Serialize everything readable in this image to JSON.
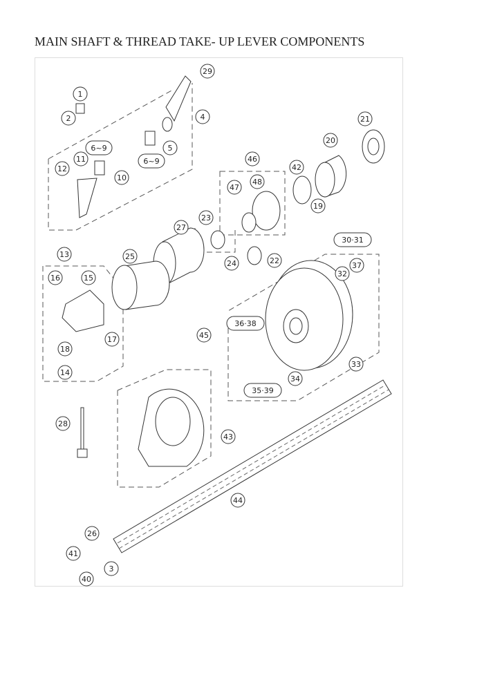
{
  "title": "MAIN SHAFT & THREAD TAKE- UP LEVER COMPONENTS",
  "callouts": [
    {
      "label": "29"
    },
    {
      "label": "1"
    },
    {
      "label": "2"
    },
    {
      "label": "4"
    },
    {
      "label": "5"
    },
    {
      "label": "6~9"
    },
    {
      "label": "6~9"
    },
    {
      "label": "10"
    },
    {
      "label": "11"
    },
    {
      "label": "12"
    },
    {
      "label": "21"
    },
    {
      "label": "20"
    },
    {
      "label": "46"
    },
    {
      "label": "42"
    },
    {
      "label": "47"
    },
    {
      "label": "48"
    },
    {
      "label": "19"
    },
    {
      "label": "27"
    },
    {
      "label": "23"
    },
    {
      "label": "24"
    },
    {
      "label": "22"
    },
    {
      "label": "13"
    },
    {
      "label": "25"
    },
    {
      "label": "16"
    },
    {
      "label": "15"
    },
    {
      "label": "17"
    },
    {
      "label": "18"
    },
    {
      "label": "14"
    },
    {
      "label": "30·31"
    },
    {
      "label": "37"
    },
    {
      "label": "32"
    },
    {
      "label": "36·38"
    },
    {
      "label": "33"
    },
    {
      "label": "34"
    },
    {
      "label": "35·39"
    },
    {
      "label": "45"
    },
    {
      "label": "43"
    },
    {
      "label": "28"
    },
    {
      "label": "44"
    },
    {
      "label": "26"
    },
    {
      "label": "41"
    },
    {
      "label": "3"
    },
    {
      "label": "40"
    }
  ]
}
